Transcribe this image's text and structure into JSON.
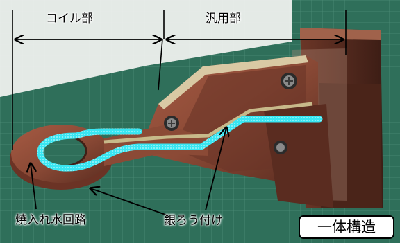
{
  "labels": {
    "coil_section": "コイル部",
    "general_section": "汎用部",
    "quench_water_channel": "焼入れ水回路",
    "silver_brazing": "銀ろう付け",
    "one_piece_badge": "一体構造"
  },
  "colors": {
    "mat_green": "#2f6f5a",
    "mat_grid": "#4d8d77",
    "copper": "#8b4a36",
    "copper_dark": "#5a2c20",
    "water_channel": "#39e6f2",
    "brazing": "#c7b98a"
  },
  "icons": [
    "bolt-icon",
    "arrow-icon"
  ]
}
